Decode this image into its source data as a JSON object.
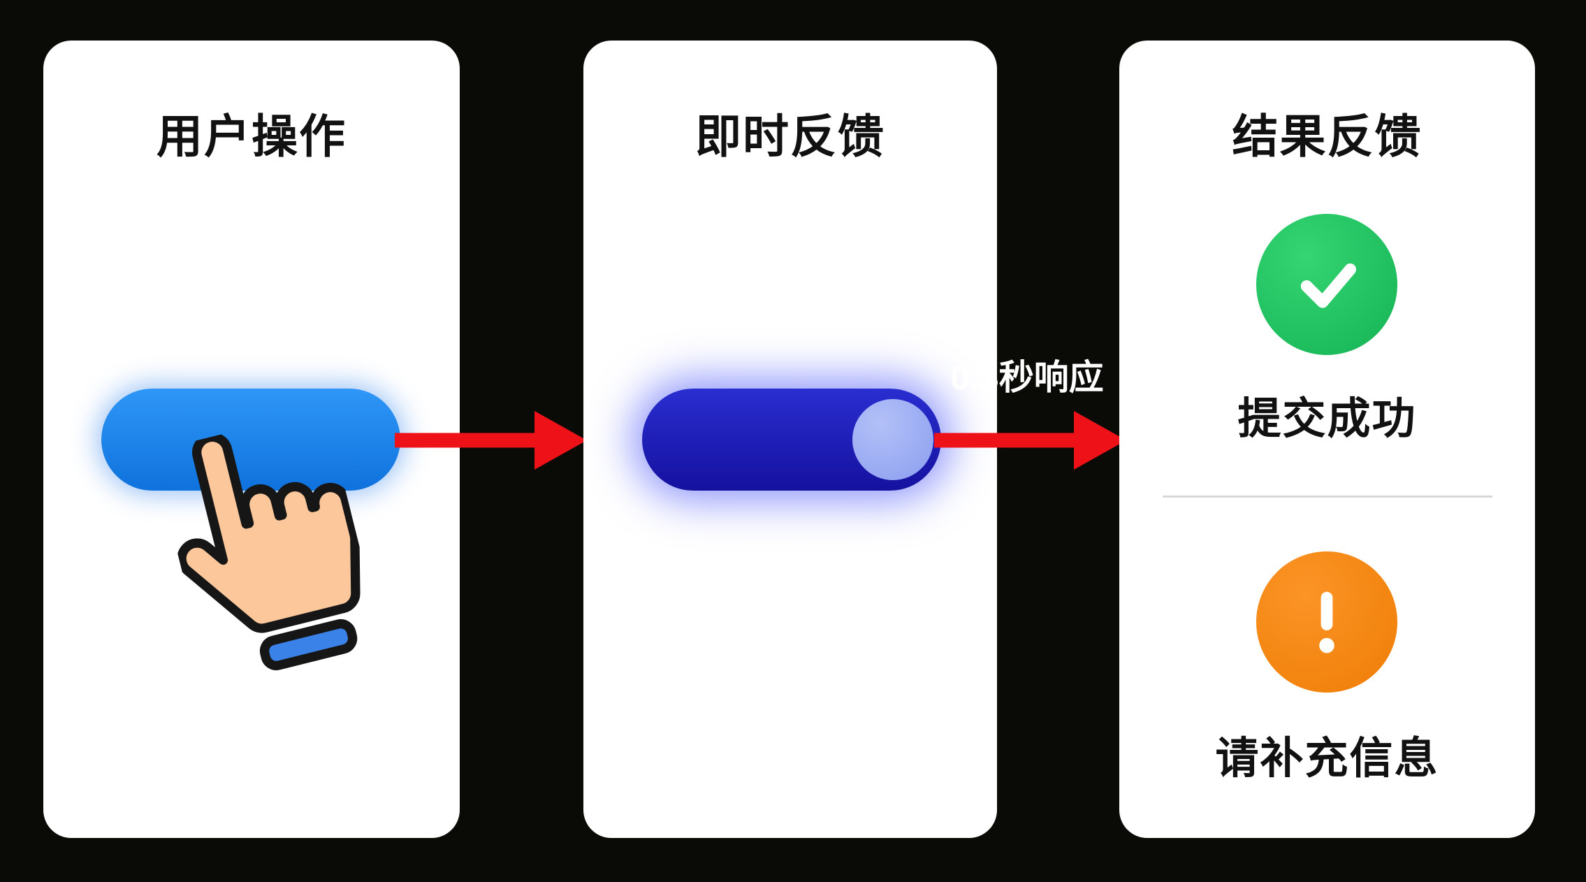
{
  "flow": {
    "step1": {
      "title": "用户操作"
    },
    "step2": {
      "title": "即时反馈"
    },
    "step3": {
      "title": "结果反馈",
      "success_text": "提交成功",
      "warning_text": "请补充信息"
    },
    "arrow_label": "0.3秒响应"
  },
  "icons": {
    "pointer_hand": "hand-pointer",
    "success": "check",
    "warning": "exclamation",
    "arrows": "arrow-right"
  },
  "colors": {
    "page_bg": "#0a0a07",
    "card_bg": "#ffffff",
    "button_blue": "#1e82ea",
    "toggle_navy": "#1c18b8",
    "toggle_knob": "#95a7f2",
    "arrow_red": "#ee1118",
    "success_green": "#1ec260",
    "warning_orange": "#f58411",
    "text_dark": "#111111",
    "label_white": "#ffffff"
  }
}
